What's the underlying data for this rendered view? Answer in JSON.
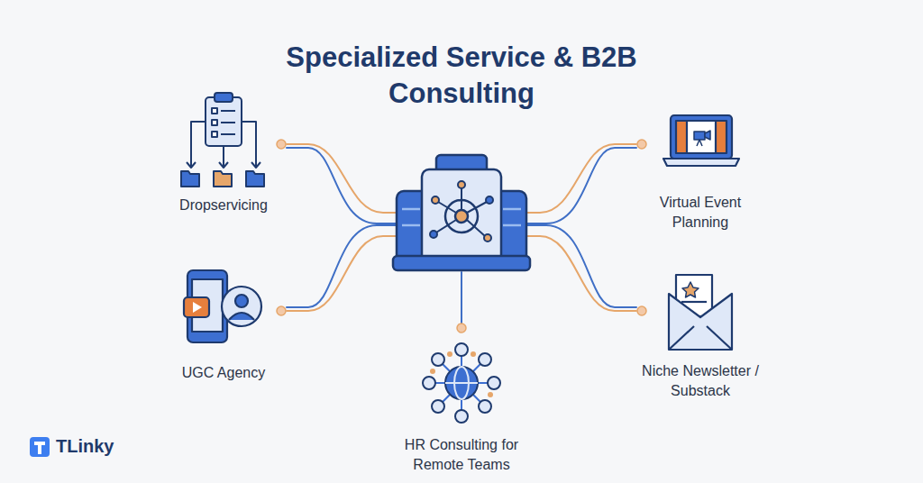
{
  "diagram": {
    "title": "Specialized Service & B2B Consulting",
    "labels": [
      "Dropservicing",
      "UGC Agency",
      "HR Consulting for Remote Teams",
      "Virtual Event Planning",
      "Niche Newsletter / Substack",
      "TLinky"
    ]
  }
}
